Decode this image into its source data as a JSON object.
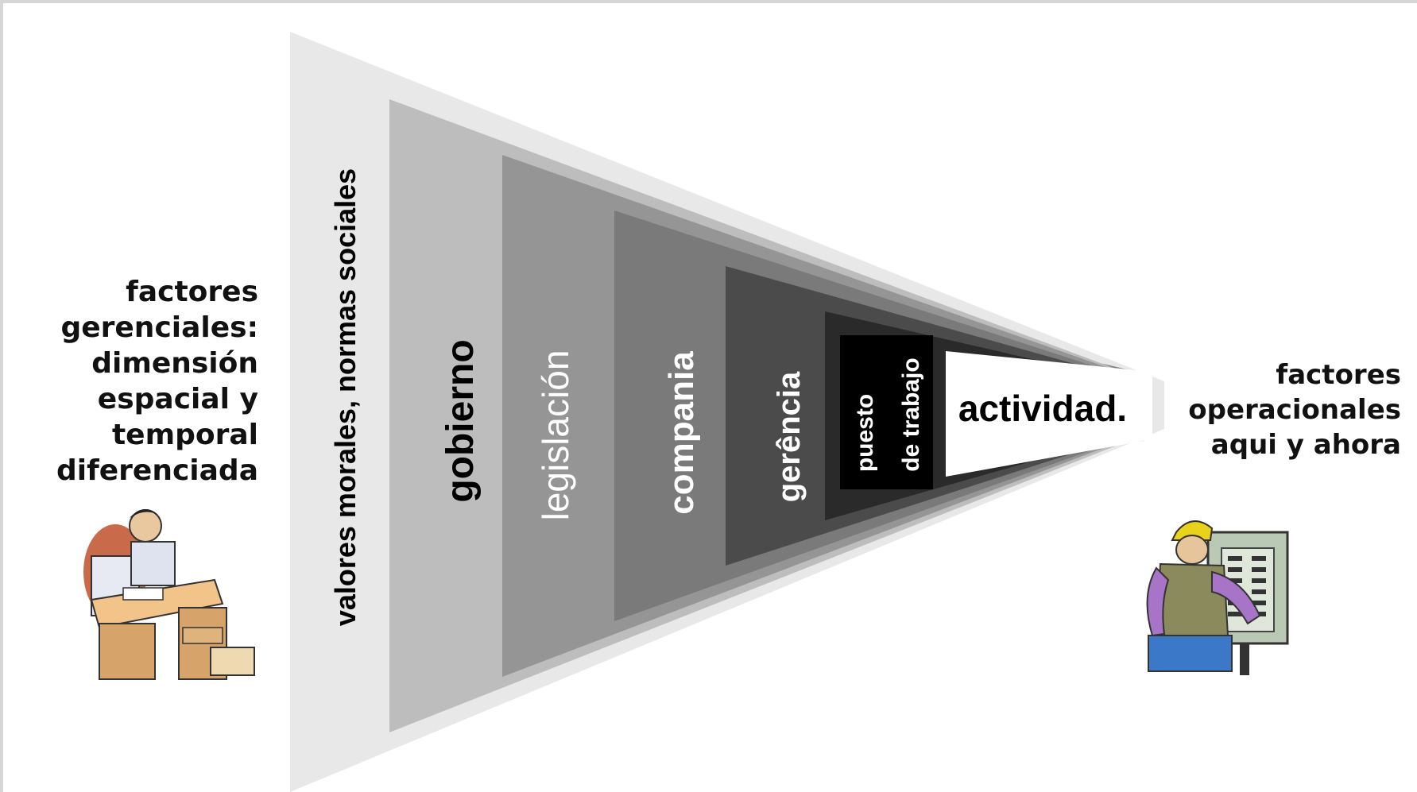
{
  "left_caption": [
    "factores",
    "gerenciales:",
    "dimensión",
    "espacial y",
    "temporal",
    "diferenciada"
  ],
  "right_caption": [
    "factores",
    "operacionales",
    "aqui y ahora"
  ],
  "funnel": {
    "outer_label": "valores morales, normas sociales",
    "layers": [
      {
        "label": "gobierno"
      },
      {
        "label": "legislación"
      },
      {
        "label": "compania"
      },
      {
        "label": "gerência"
      },
      {
        "label": "puesto",
        "label2": "de trabajo"
      }
    ],
    "tip_label": "actividad."
  },
  "colors": {
    "outer": "#e8e8e8",
    "gobierno": "#bdbdbd",
    "legislacion": "#959595",
    "compania": "#7a7a7a",
    "gerencia": "#4b4b4b",
    "puesto_bg": "#2a2a2a",
    "puesto_box": "#000000"
  },
  "icons": {
    "manager": "manager-at-desk-icon",
    "worker": "worker-at-panel-icon"
  }
}
